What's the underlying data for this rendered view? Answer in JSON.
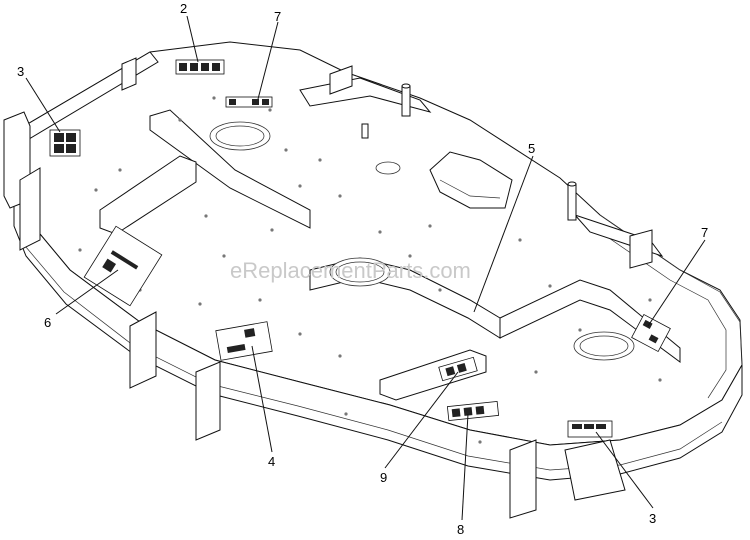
{
  "watermark": "eReplacementParts.com",
  "callouts": [
    "2",
    "7",
    "3",
    "5",
    "7",
    "6",
    "4",
    "9",
    "8",
    "3"
  ],
  "colors": {
    "line": "#111111",
    "background": "#ffffff",
    "watermark": "#c9c9c9"
  }
}
